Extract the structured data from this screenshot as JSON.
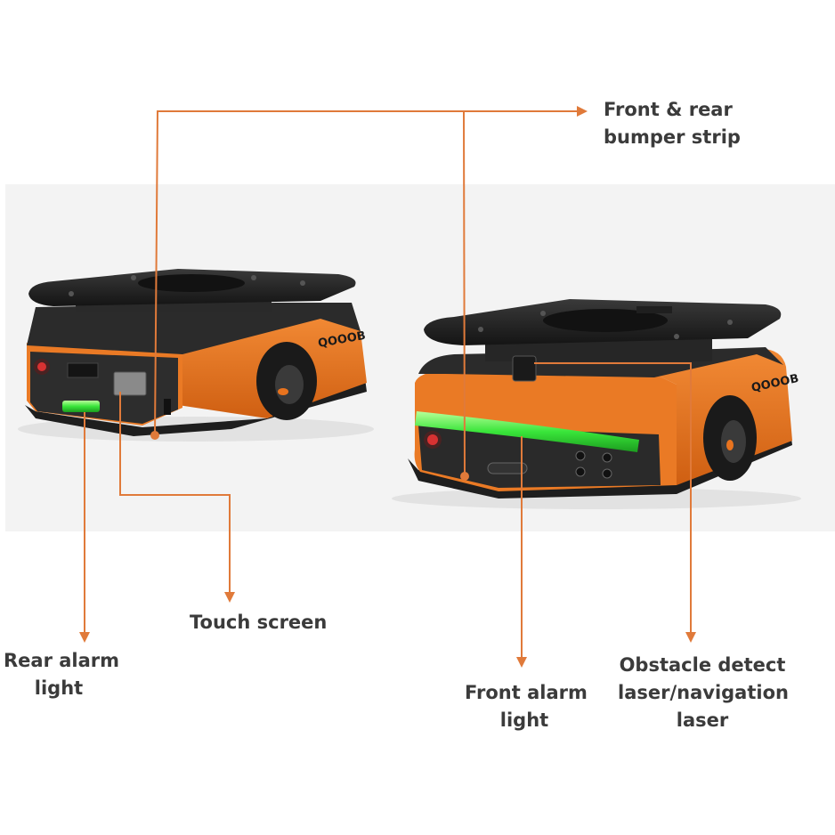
{
  "colors": {
    "callout_line": "#E07A3A",
    "robot_orange": "#E8731E",
    "robot_dark": "#2a2a2a",
    "alarm_green": "#39e53a",
    "label_text": "#3b3b3b"
  },
  "labels": {
    "bumper": [
      "Front & rear",
      "bumper strip"
    ],
    "touch_screen": [
      "Touch screen"
    ],
    "rear_alarm": [
      "Rear alarm",
      "light"
    ],
    "front_alarm": [
      "Front alarm",
      "light"
    ],
    "obstacle_laser": [
      "Obstacle detect",
      "laser/navigation",
      "laser"
    ]
  },
  "robot_brand": "QOOOB"
}
